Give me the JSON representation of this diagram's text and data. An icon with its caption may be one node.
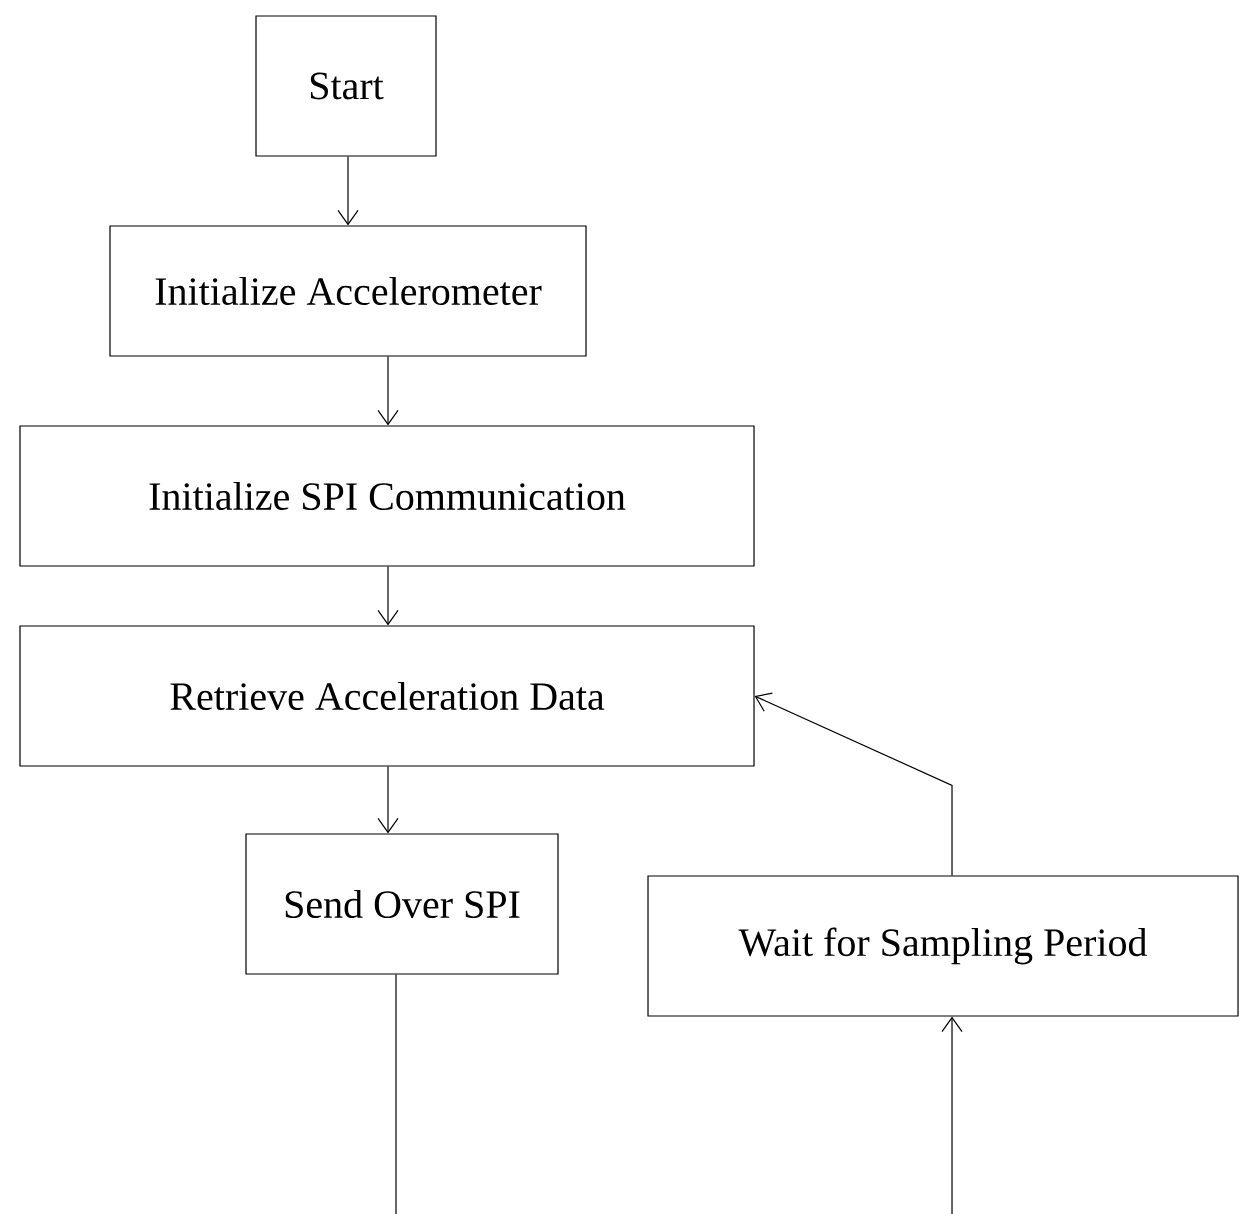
{
  "diagram": {
    "nodes": [
      {
        "text": [
          "Start"
        ]
      },
      {
        "text": [
          "Initialize Accelerometer"
        ]
      },
      {
        "text": [
          "Initialize SPI Communication"
        ]
      },
      {
        "text": [
          "Retrieve Acceleration Data"
        ]
      },
      {
        "text": [
          "Send Over SPI"
        ]
      },
      {
        "text": [
          "Wait for Sampling Period"
        ]
      }
    ],
    "edges": [
      {
        "from": 0,
        "to": 1,
        "arrow": "to"
      },
      {
        "from": 1,
        "to": 2,
        "arrow": "to"
      },
      {
        "from": 2,
        "to": 3,
        "arrow": "to"
      },
      {
        "from": 3,
        "to": 4,
        "arrow": "to"
      },
      {
        "from": 5,
        "to": 3,
        "arrow": "to"
      },
      {
        "from": 4,
        "to": null,
        "arrow": "none"
      },
      {
        "from": null,
        "to": 5,
        "arrow": "to"
      }
    ]
  }
}
